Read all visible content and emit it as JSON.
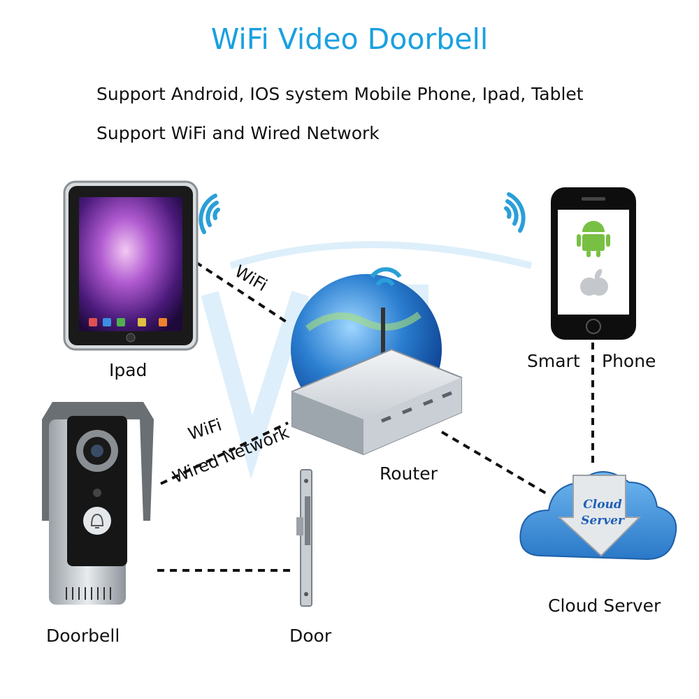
{
  "title": "WiFi Video Doorbell",
  "features": [
    "Support Android, IOS system Mobile Phone, Ipad, Tablet",
    "Support WiFi and Wired Network"
  ],
  "nodes": {
    "ipad": "Ipad",
    "smart_phone_1": "Smart",
    "smart_phone_2": "Phone",
    "router": "Router",
    "doorbell": "Doorbell",
    "door": "Door",
    "cloud_server": "Cloud Server",
    "cloud_icon_line1": "Cloud",
    "cloud_icon_line2": "Server"
  },
  "links": {
    "ipad_router": "WiFi",
    "doorbell_router_wifi": "WiFi",
    "doorbell_router_wired": "Wired Network"
  },
  "colors": {
    "title": "#1aa0e0",
    "wifi_signal": "#2a9fd8",
    "cloud": "#3a8fd6",
    "android": "#78c043"
  }
}
